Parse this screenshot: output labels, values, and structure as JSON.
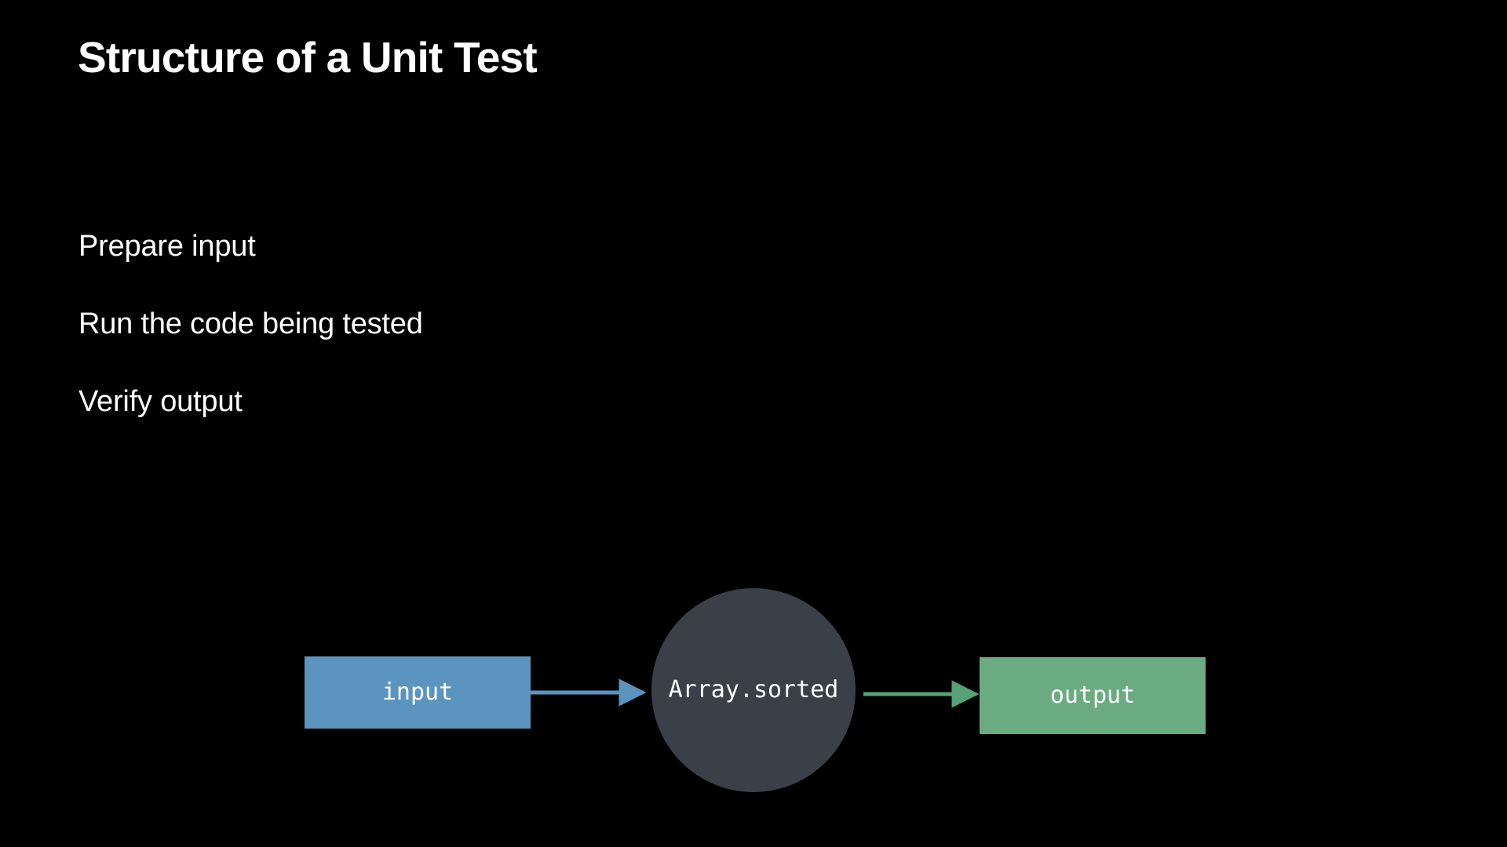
{
  "slide": {
    "title": "Structure of a Unit Test",
    "background_color": "#000000",
    "text_color": "#ffffff"
  },
  "steps": [
    {
      "label": "Prepare input"
    },
    {
      "label": "Run the code being tested"
    },
    {
      "label": "Verify output"
    }
  ],
  "diagram": {
    "type": "flow",
    "nodes": [
      {
        "id": "input",
        "label": "input",
        "shape": "rectangle",
        "color": "#5b95bf"
      },
      {
        "id": "process",
        "label": "Array.sorted",
        "shape": "circle",
        "color": "#3b4048"
      },
      {
        "id": "output",
        "label": "output",
        "shape": "rectangle",
        "color": "#6aab82"
      }
    ],
    "edges": [
      {
        "from": "input",
        "to": "process",
        "color": "#5b95bf",
        "arrow": "right"
      },
      {
        "from": "process",
        "to": "output",
        "color": "#57a177",
        "arrow": "right"
      }
    ]
  }
}
